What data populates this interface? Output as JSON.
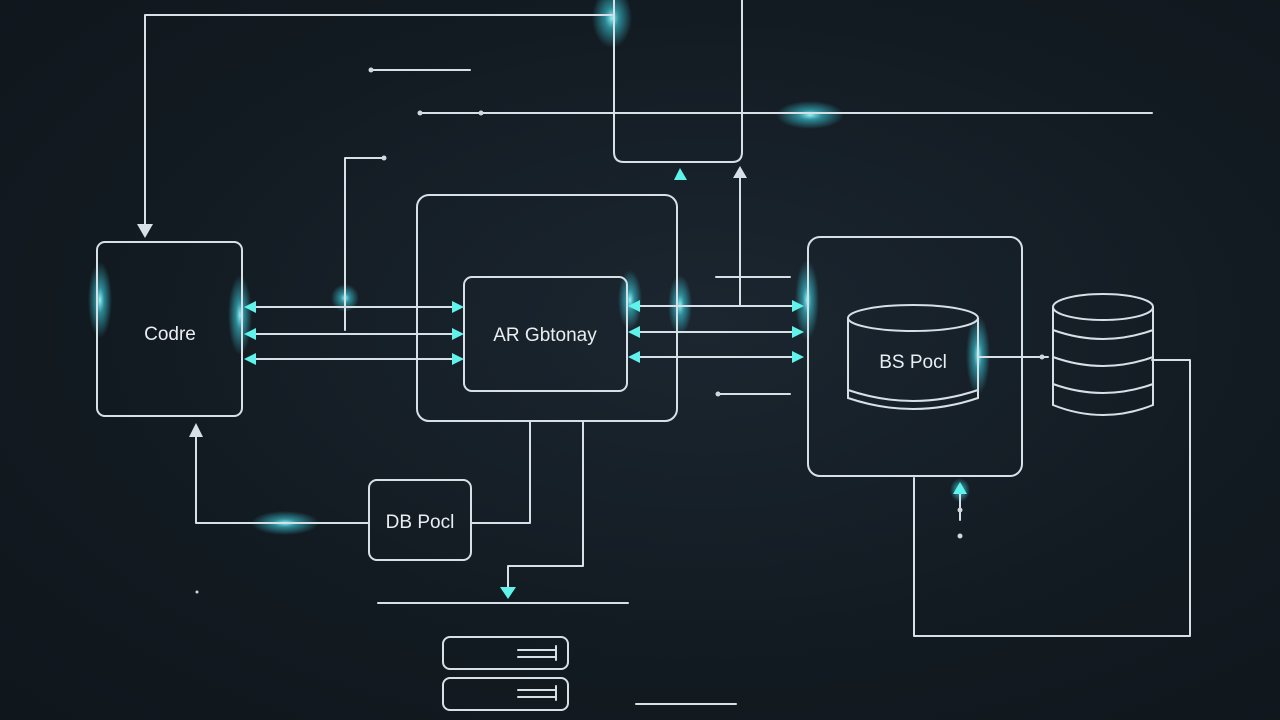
{
  "nodes": {
    "codre": "Codre",
    "api_gateway": "AR Gbtonay",
    "db_pool_bottom": "DB Pocl",
    "bs_pool": "BS Pocl"
  },
  "colors": {
    "background": "#131b22",
    "line": "#d7e0e6",
    "glow": "#3fe0f0",
    "arrow_accent": "#5ff3ec"
  },
  "icons": {
    "database": "database-cylinder-icon",
    "server": "server-rack-icon"
  }
}
